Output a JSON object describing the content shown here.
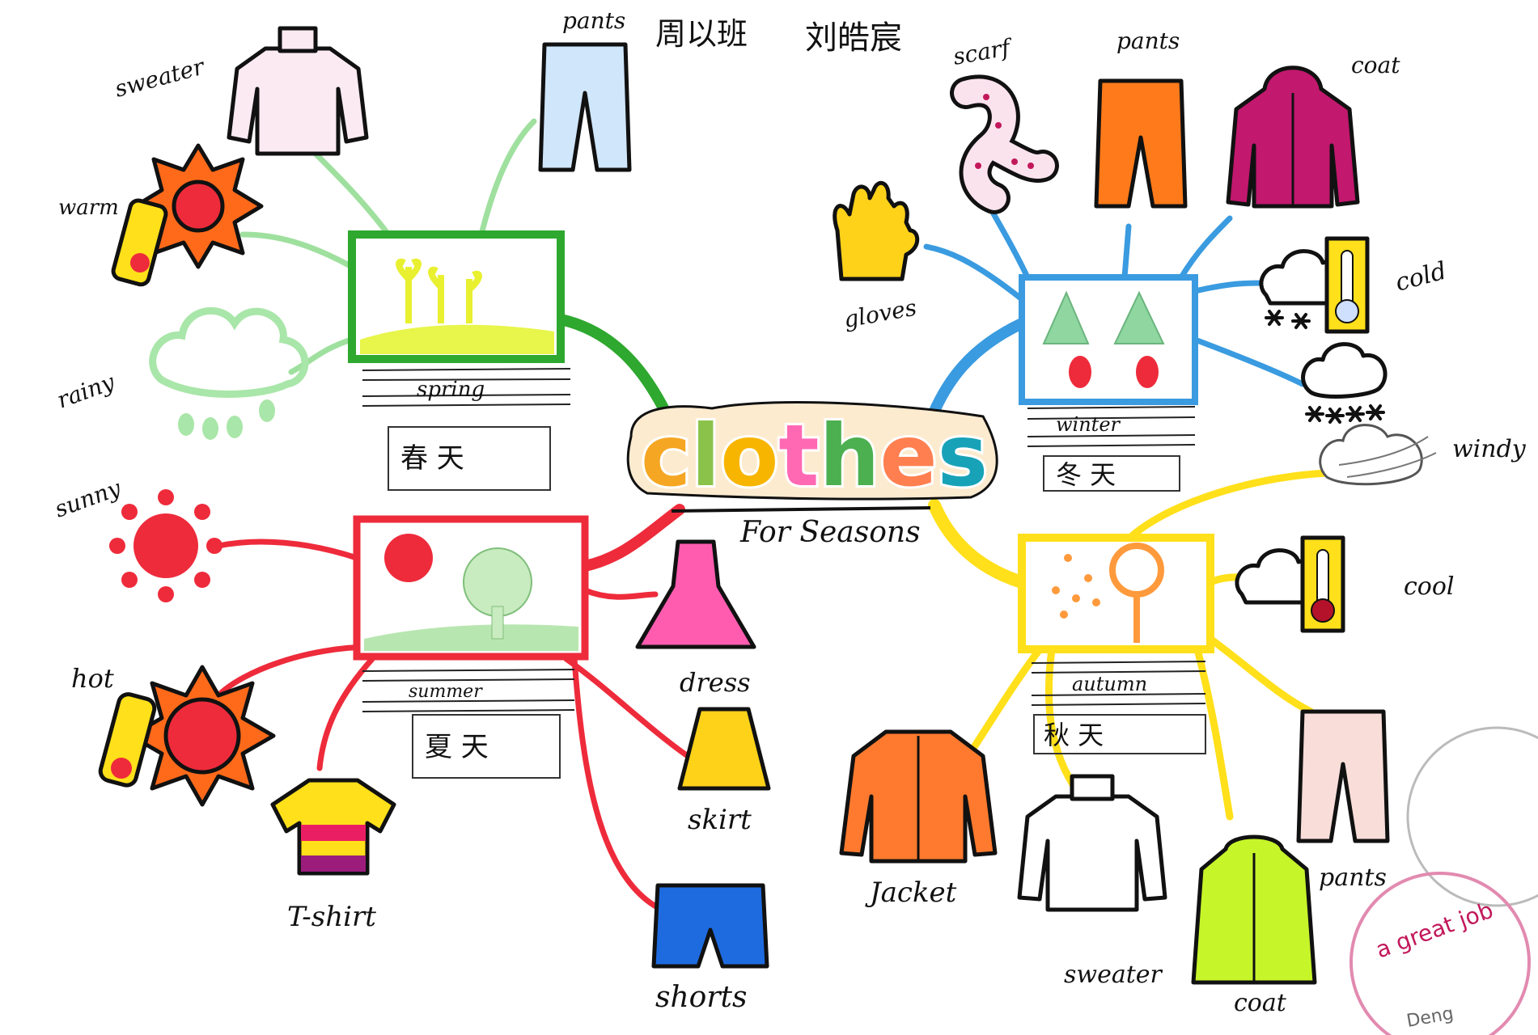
{
  "header": {
    "class_name": "周以班",
    "student_name": "刘皓宸"
  },
  "center": {
    "title_letters": [
      "c",
      "l",
      "o",
      "t",
      "h",
      "e",
      "s"
    ],
    "title_colors": [
      "#f5a623",
      "#8bc34a",
      "#f7b500",
      "#ff69b4",
      "#4caf50",
      "#ff7f50",
      "#17a2b8"
    ],
    "subtitle": "For Seasons"
  },
  "spring": {
    "color": "#2ea82e",
    "label": "spring",
    "chinese": "春 天",
    "items": {
      "sweater": "sweater",
      "pants": "pants",
      "warm": "warm",
      "rainy": "rainy"
    }
  },
  "winter": {
    "color": "#3a9be0",
    "label": "winter",
    "chinese": "冬 天",
    "items": {
      "scarf": "scarf",
      "pants": "pants",
      "coat": "coat",
      "gloves": "gloves",
      "cold": "cold"
    }
  },
  "summer": {
    "color": "#ee2b3b",
    "label": "summer",
    "chinese": "夏 天",
    "items": {
      "sunny": "sunny",
      "hot": "hot",
      "tshirt": "T-shirt",
      "dress": "dress",
      "skirt": "skirt",
      "shorts": "shorts"
    }
  },
  "autumn": {
    "color": "#ffe01a",
    "label": "autumn",
    "chinese": "秋 天",
    "items": {
      "windy": "windy",
      "cool": "cool",
      "jacket": "Jacket",
      "sweater": "sweater",
      "coat": "coat",
      "pants": "pants"
    }
  },
  "stamps": {
    "text": "a great job",
    "signature": "Deng"
  }
}
